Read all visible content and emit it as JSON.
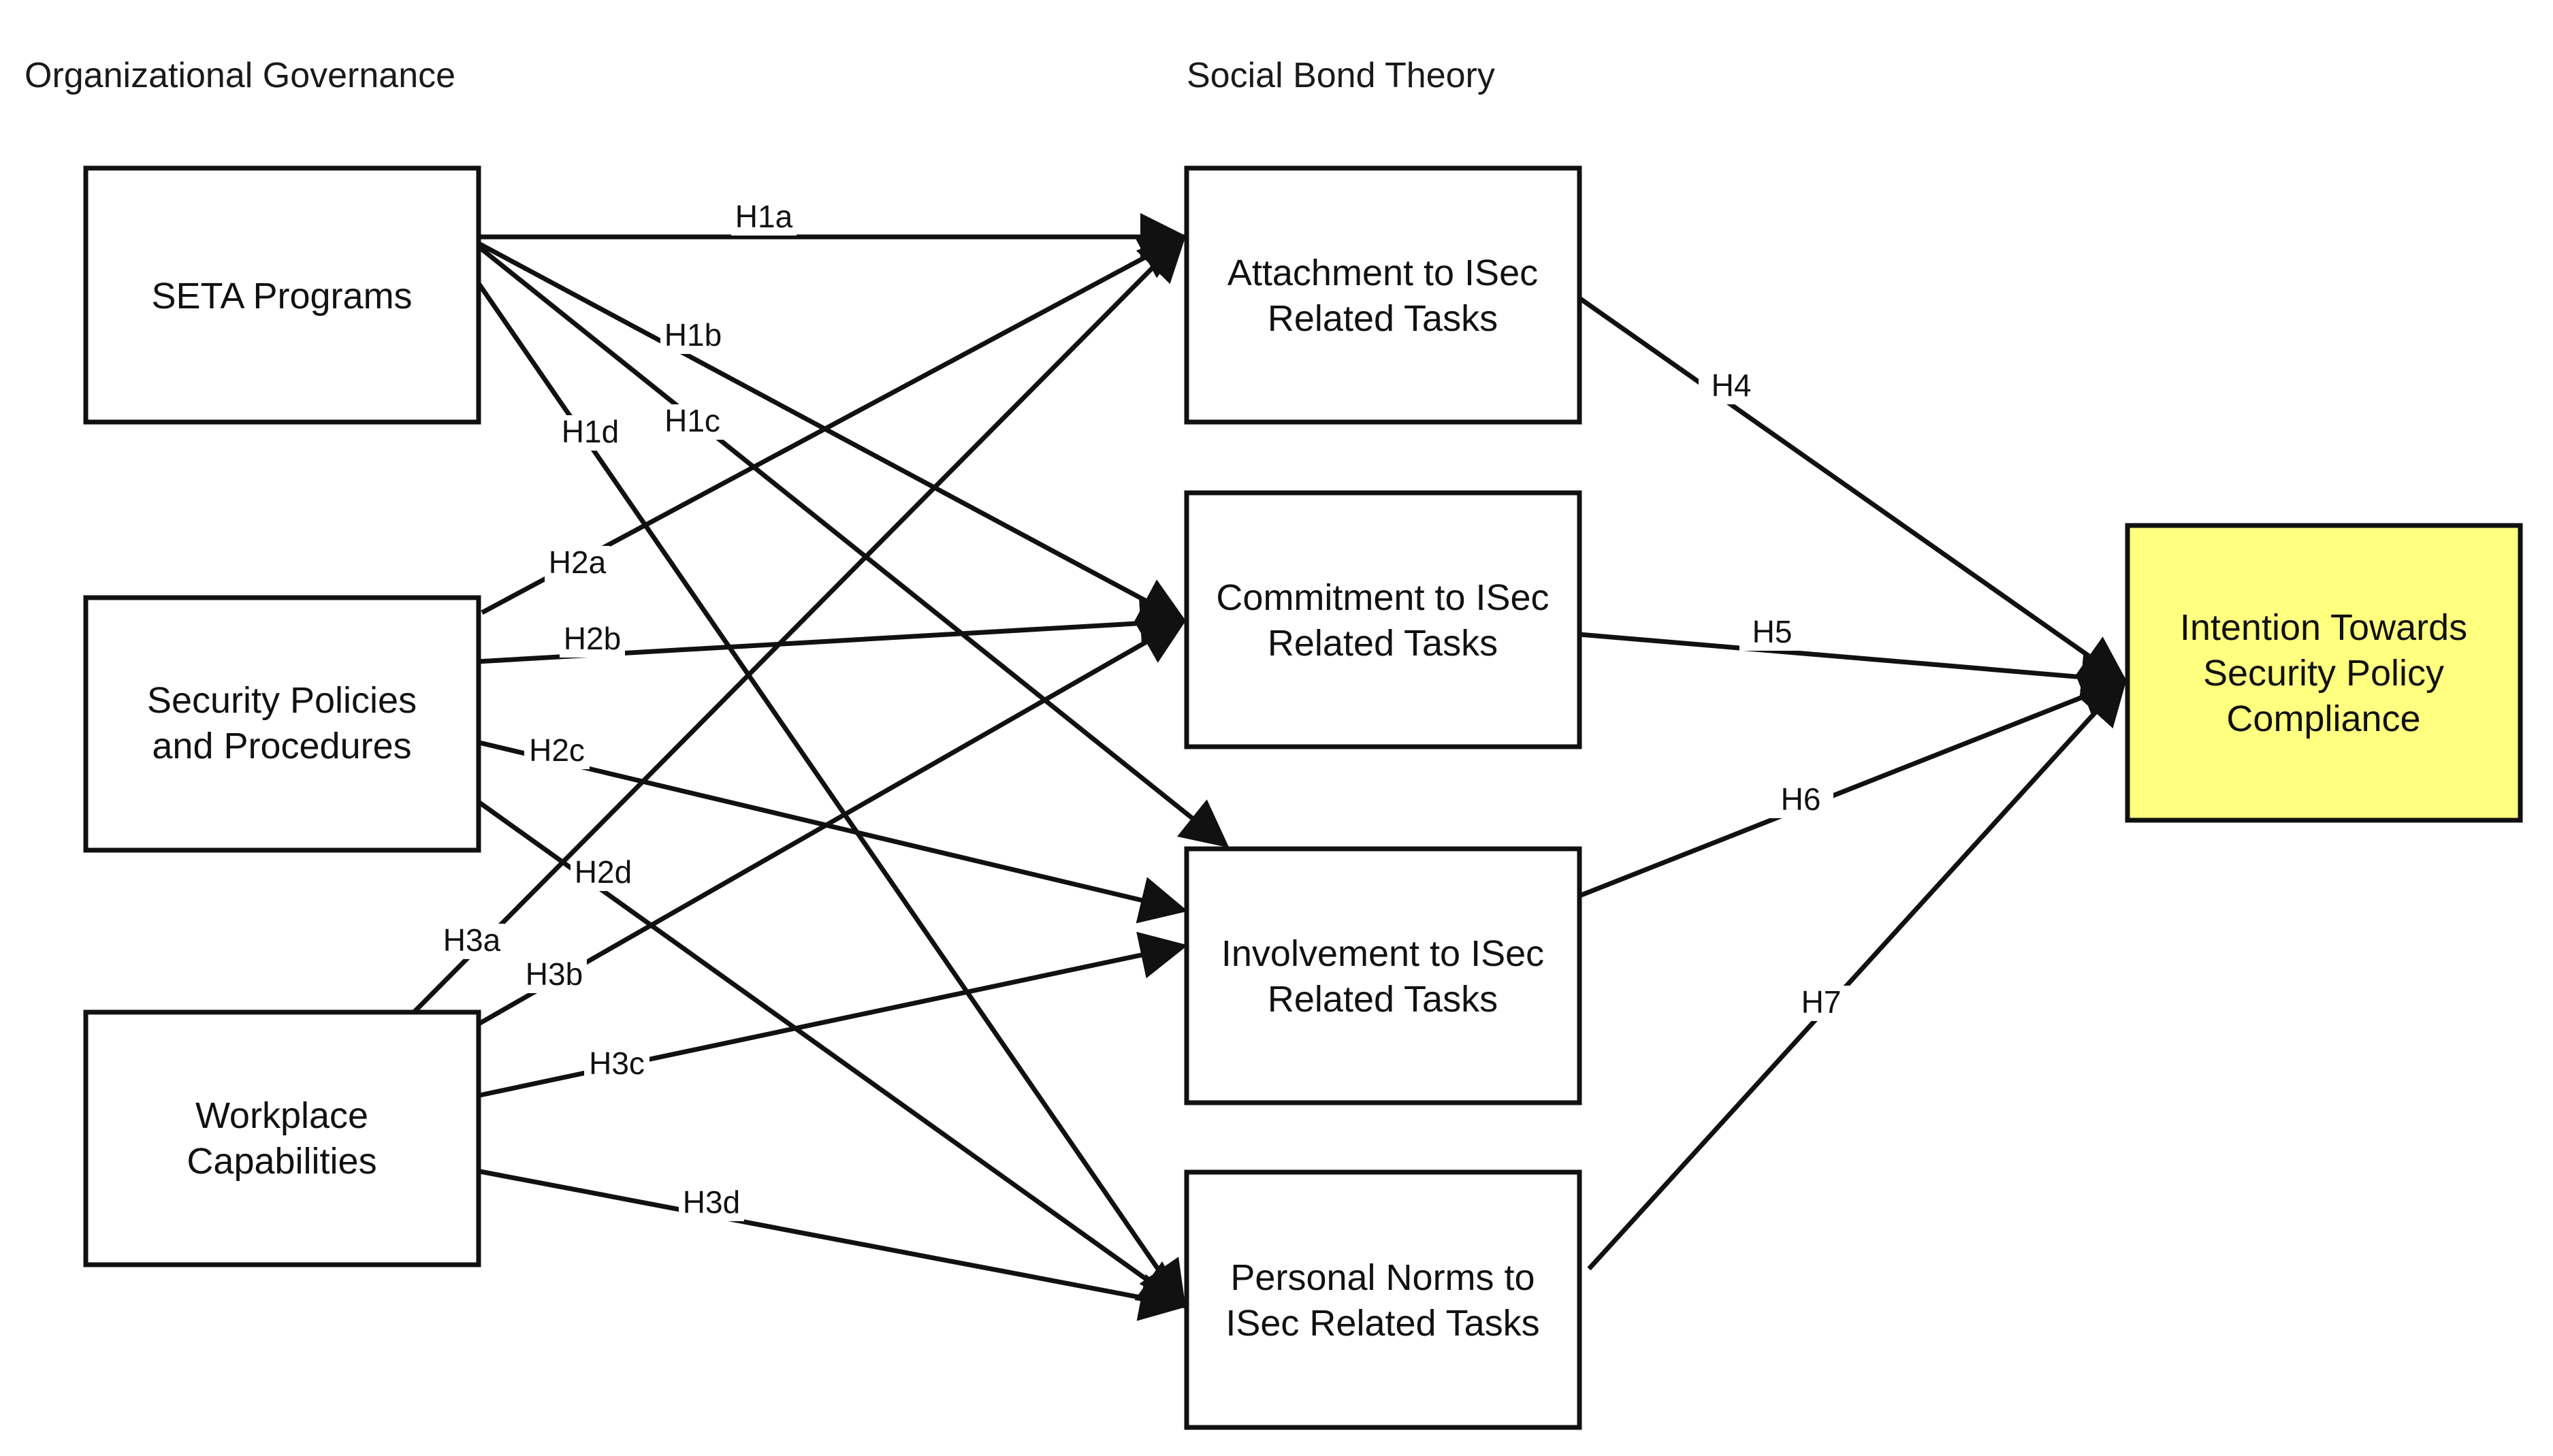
{
  "groups": {
    "left": "Organizational Governance",
    "middle": "Social Bond Theory"
  },
  "boxes": {
    "seta": {
      "lines": [
        "SETA  Programs"
      ]
    },
    "policies": {
      "lines": [
        "Security Policies",
        "and Procedures"
      ]
    },
    "workplace": {
      "lines": [
        "Workplace",
        "Capabilities"
      ]
    },
    "attachment": {
      "lines": [
        "Attachment to ISec",
        "Related Tasks"
      ]
    },
    "commitment": {
      "lines": [
        "Commitment to ISec",
        "Related Tasks"
      ]
    },
    "involvement": {
      "lines": [
        "Involvement to ISec",
        "Related Tasks"
      ]
    },
    "norms": {
      "lines": [
        "Personal Norms to",
        "ISec Related Tasks"
      ]
    },
    "intention": {
      "lines": [
        "Intention Towards",
        "Security Policy",
        "Compliance"
      ]
    }
  },
  "colors": {
    "outcome_fill": "#ffff80",
    "box_fill": "#ffffff",
    "stroke": "#111111"
  },
  "edges": [
    {
      "id": "H1a",
      "label": "H1a",
      "from": "seta",
      "to": "attachment"
    },
    {
      "id": "H1b",
      "label": "H1b",
      "from": "seta",
      "to": "commitment"
    },
    {
      "id": "H1c",
      "label": "H1c",
      "from": "seta",
      "to": "involvement"
    },
    {
      "id": "H1d",
      "label": "H1d",
      "from": "seta",
      "to": "norms"
    },
    {
      "id": "H2a",
      "label": "H2a",
      "from": "policies",
      "to": "attachment"
    },
    {
      "id": "H2b",
      "label": "H2b",
      "from": "policies",
      "to": "commitment"
    },
    {
      "id": "H2c",
      "label": "H2c",
      "from": "policies",
      "to": "involvement"
    },
    {
      "id": "H2d",
      "label": "H2d",
      "from": "policies",
      "to": "norms"
    },
    {
      "id": "H3a",
      "label": "H3a",
      "from": "workplace",
      "to": "attachment"
    },
    {
      "id": "H3b",
      "label": "H3b",
      "from": "workplace",
      "to": "commitment"
    },
    {
      "id": "H3c",
      "label": "H3c",
      "from": "workplace",
      "to": "involvement"
    },
    {
      "id": "H3d",
      "label": "H3d",
      "from": "workplace",
      "to": "norms"
    },
    {
      "id": "H4",
      "label": "H4",
      "from": "attachment",
      "to": "intention"
    },
    {
      "id": "H5",
      "label": "H5",
      "from": "commitment",
      "to": "intention"
    },
    {
      "id": "H6",
      "label": "H6",
      "from": "involvement",
      "to": "intention"
    },
    {
      "id": "H7",
      "label": "H7",
      "from": "norms",
      "to": "intention"
    }
  ]
}
